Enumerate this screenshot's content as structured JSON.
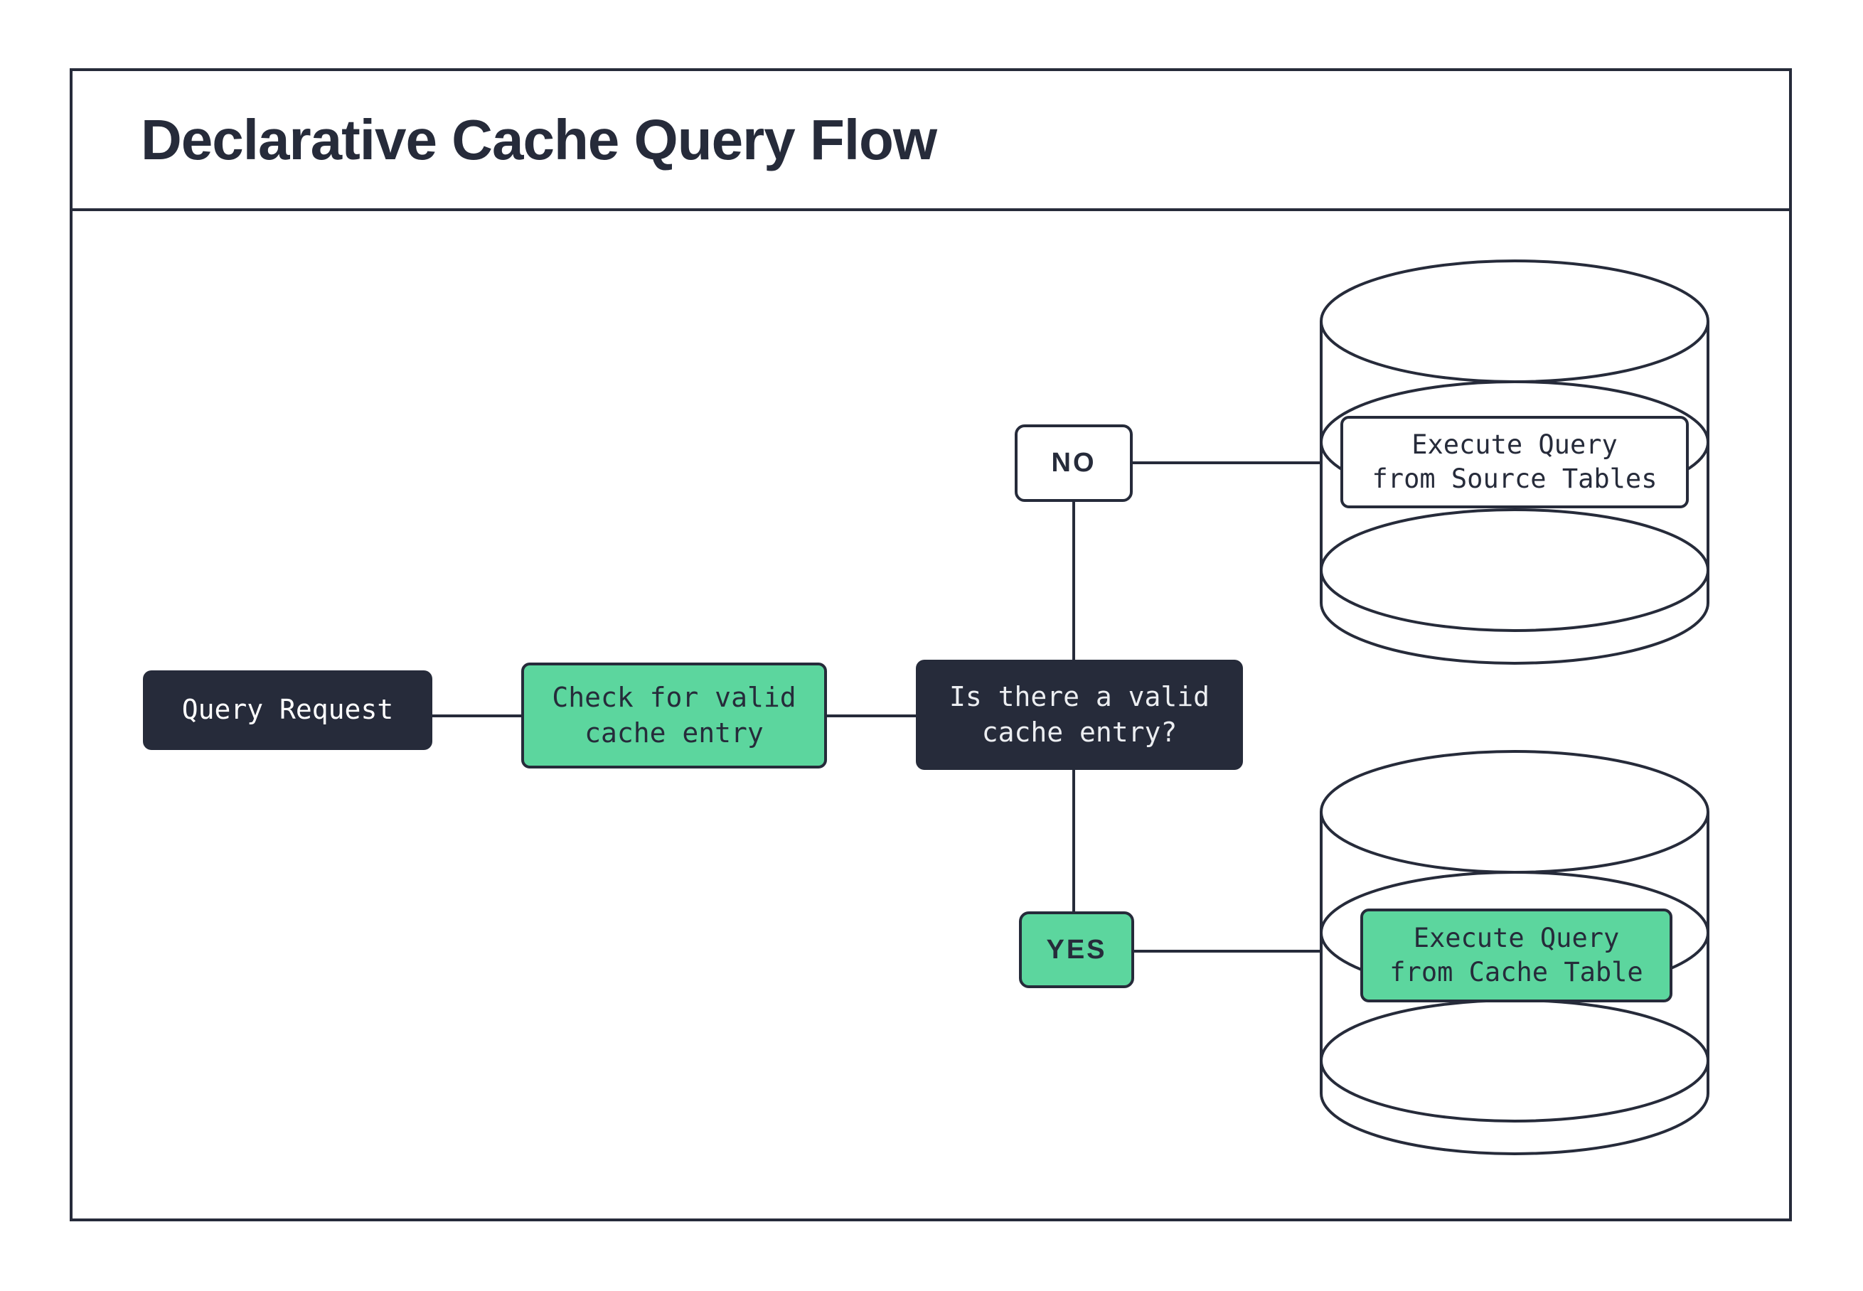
{
  "title": "Declarative Cache Query Flow",
  "colors": {
    "ink": "#262B3A",
    "green": "#5CD69E",
    "paper": "#FFFFFF",
    "decision_text": "#ECEEF1"
  },
  "nodes": {
    "query_request": {
      "label": "Query Request"
    },
    "check_cache": {
      "label": "Check for valid\ncache entry"
    },
    "decision": {
      "label": "Is there a valid\ncache entry?"
    },
    "branch_no": {
      "label": "NO"
    },
    "branch_yes": {
      "label": "YES"
    },
    "source_db": {
      "label": "Execute Query\nfrom Source Tables"
    },
    "cache_db": {
      "label": "Execute Query\nfrom Cache Table"
    }
  }
}
